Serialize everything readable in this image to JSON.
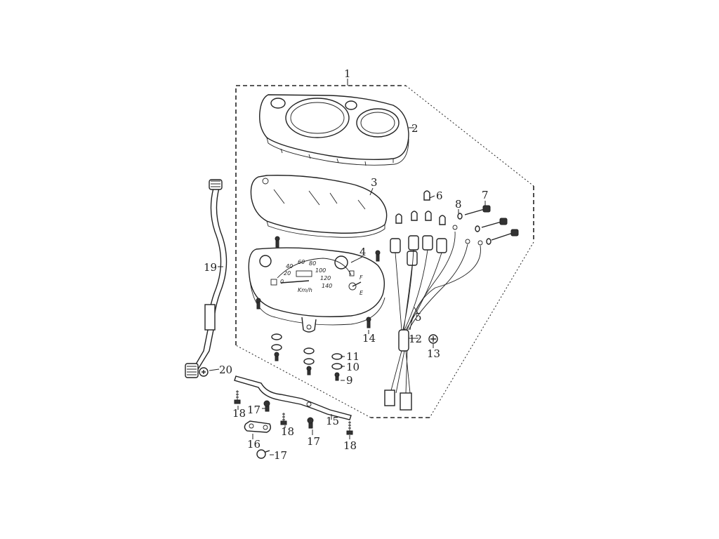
{
  "diagram": {
    "callouts": [
      {
        "id": "c1",
        "label": "1"
      },
      {
        "id": "c2",
        "label": "2"
      },
      {
        "id": "c3",
        "label": "3"
      },
      {
        "id": "c4",
        "label": "4"
      },
      {
        "id": "c5",
        "label": "5"
      },
      {
        "id": "c6",
        "label": "6"
      },
      {
        "id": "c7",
        "label": "7"
      },
      {
        "id": "c8",
        "label": "8"
      },
      {
        "id": "c9",
        "label": "9"
      },
      {
        "id": "c10",
        "label": "10"
      },
      {
        "id": "c11",
        "label": "11"
      },
      {
        "id": "c12",
        "label": "12"
      },
      {
        "id": "c13",
        "label": "13"
      },
      {
        "id": "c14",
        "label": "14"
      },
      {
        "id": "c15",
        "label": "15"
      },
      {
        "id": "c16",
        "label": "16"
      },
      {
        "id": "c17a",
        "label": "17"
      },
      {
        "id": "c17b",
        "label": "17"
      },
      {
        "id": "c17c",
        "label": "17"
      },
      {
        "id": "c18a",
        "label": "18"
      },
      {
        "id": "c18b",
        "label": "18"
      },
      {
        "id": "c18c",
        "label": "18"
      },
      {
        "id": "c19",
        "label": "19"
      },
      {
        "id": "c20",
        "label": "20"
      }
    ],
    "dial": {
      "speed_marks": [
        "20",
        "40",
        "60",
        "80",
        "100",
        "120",
        "140"
      ],
      "start_mark": "0",
      "unit": "Km/h",
      "fuel_full": "F",
      "fuel_empty": "E"
    }
  }
}
